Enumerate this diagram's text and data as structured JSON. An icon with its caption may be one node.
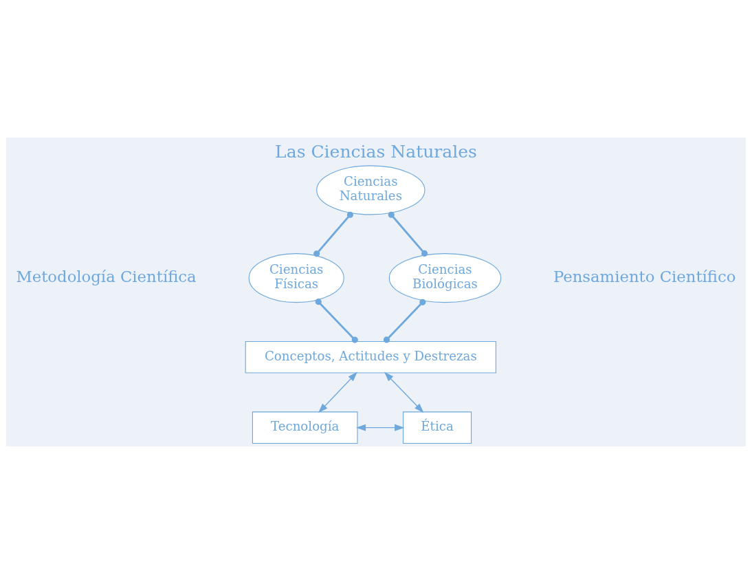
{
  "diagram": {
    "title": "Las Ciencias Naturales",
    "nodes": [
      {
        "text": [
          "Ciencias Naturales"
        ]
      },
      {
        "text": [
          "Ciencias Físicas"
        ]
      },
      {
        "text": [
          "Ciencias Biológicas"
        ]
      },
      {
        "text": [
          "Conceptos, Actitudes y Destrezas"
        ]
      },
      {
        "text": [
          "Tecnología"
        ]
      },
      {
        "text": [
          "Ética"
        ]
      }
    ],
    "edges": [
      {
        "from": 0,
        "to": 1,
        "arrow": "other"
      },
      {
        "from": 0,
        "to": 2,
        "arrow": "other"
      },
      {
        "from": 1,
        "to": 3,
        "arrow": "other"
      },
      {
        "from": 2,
        "to": 3,
        "arrow": "other"
      },
      {
        "from": 3,
        "to": 4,
        "arrow": "both"
      },
      {
        "from": 3,
        "to": 5,
        "arrow": "both"
      },
      {
        "from": 4,
        "to": 5,
        "arrow": "both"
      }
    ],
    "labels": [
      "Metodología Científica",
      "Pensamiento Científico"
    ]
  }
}
